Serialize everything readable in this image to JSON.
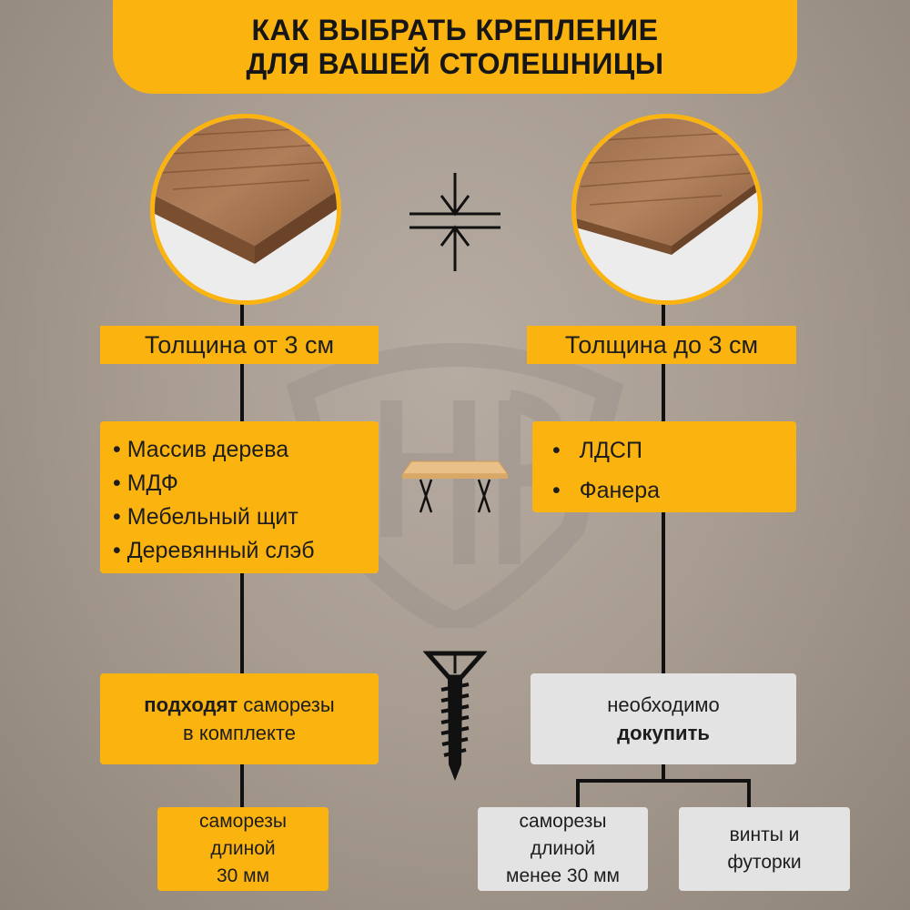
{
  "header": {
    "line1": "КАК ВЫБРАТЬ КРЕПЛЕНИЕ",
    "line2": "ДЛЯ ВАШЕЙ СТОЛЕШНИЦЫ"
  },
  "left": {
    "thickness": "Толщина от 3 см",
    "materials": [
      "Массив дерева",
      "МДФ",
      "Мебельный щит",
      "Деревянный слэб"
    ],
    "fit_bold": "подходят",
    "fit_rest": " саморезы",
    "fit_line2": "в комплекте",
    "screws_line1": "саморезы",
    "screws_line2": "длиной",
    "screws_line3": "30 мм"
  },
  "right": {
    "thickness": "Толщина до 3 см",
    "materials": [
      "ЛДСП",
      "Фанера"
    ],
    "need_line1": "необходимо",
    "need_bold": "докупить",
    "option1_line1": "саморезы",
    "option1_line2": "длиной",
    "option1_line3": "менее 30 мм",
    "option2_line1": "винты и",
    "option2_line2": "футорки"
  },
  "icons": [
    "thickness-icon",
    "table-icon",
    "screw-icon",
    "watermark-logo"
  ],
  "colors": {
    "accent": "#fbb40f",
    "grey_box": "#e3e3e3",
    "line": "#111111"
  }
}
